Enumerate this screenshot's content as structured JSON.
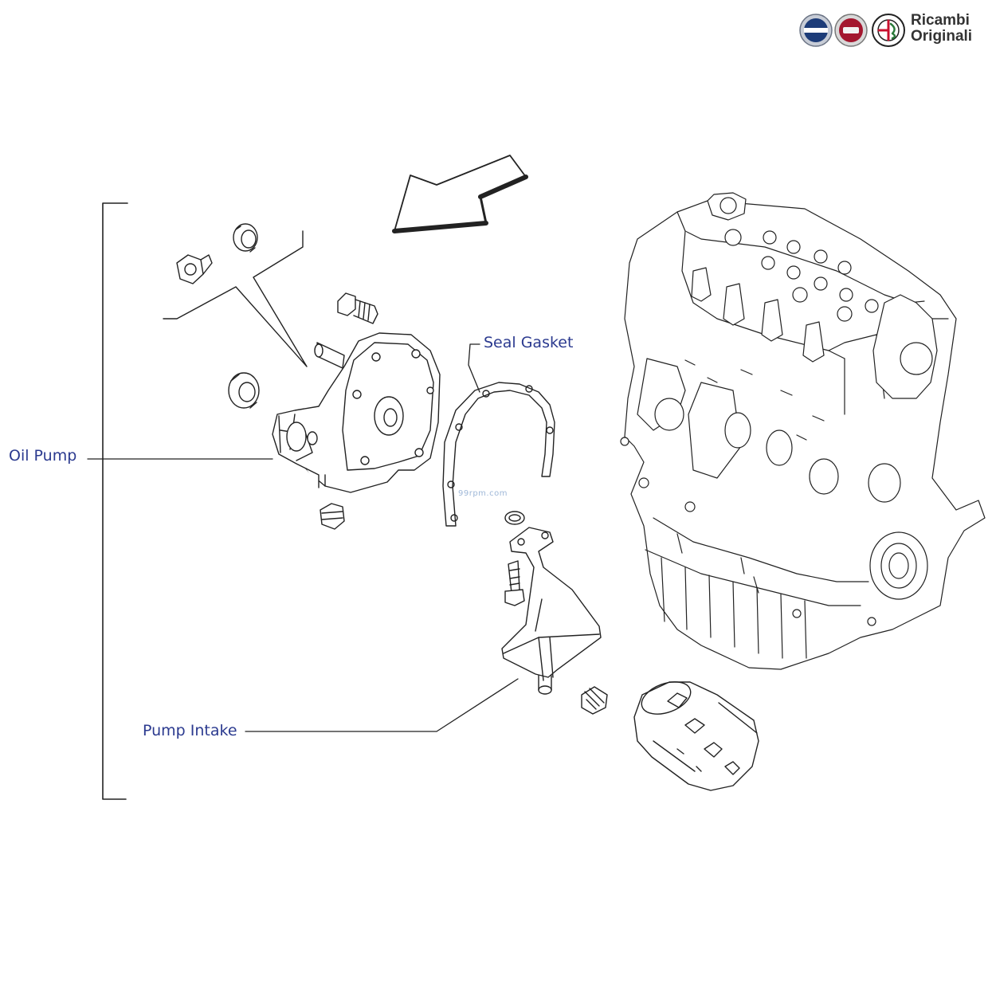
{
  "callouts": {
    "oil_pump": "Oil Pump",
    "seal_gasket": "Seal Gasket",
    "pump_intake": "Pump Intake"
  },
  "brand": {
    "line1": "Ricambi",
    "line2": "Originali"
  },
  "watermark": "99rpm.com",
  "colors": {
    "callout_text": "#2b3a8f",
    "line_art": "#222222",
    "lancia_blue": "#1d3c78",
    "fiat_red": "#a3162e"
  }
}
